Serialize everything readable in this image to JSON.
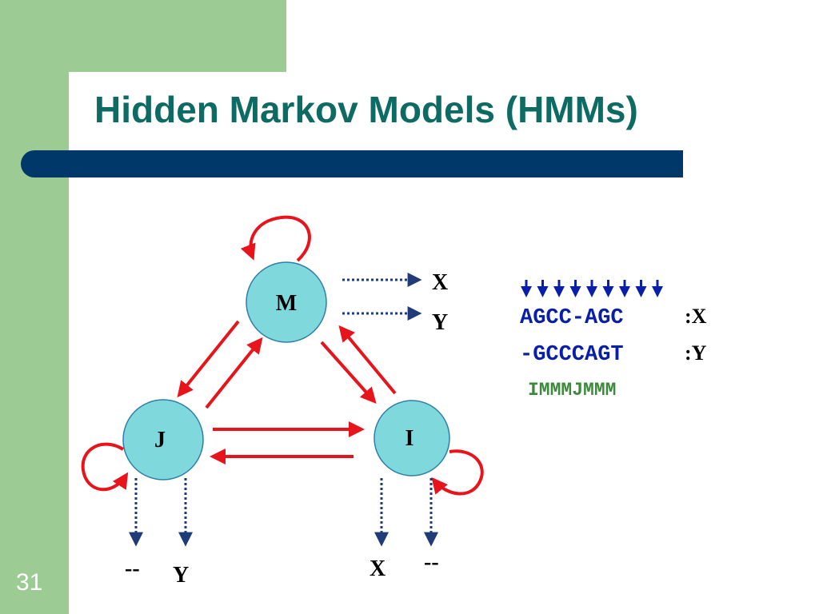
{
  "title": "Hidden Markov Models (HMMs)",
  "slide_number": "31",
  "states": {
    "m": "M",
    "j": "J",
    "i": "I"
  },
  "emissions": {
    "m_top": "X",
    "m_bottom": "Y",
    "j_left": "--",
    "j_right": "Y",
    "i_left": "X",
    "i_right": "--"
  },
  "alignment": {
    "seq_x": "AGCC-AGC",
    "label_x": ":X",
    "seq_y": "-GCCCAGT",
    "label_y": ":Y",
    "state_path": "IMMMJMMM",
    "arrow_count": 9
  },
  "colors": {
    "green_panel": "#9ccb94",
    "title": "#0e6b63",
    "bar": "#00386a",
    "state_fill": "#7fd9dc",
    "transition": "#e8141b",
    "emission": "#1f3b78",
    "sequence": "#0a1fa8",
    "state_path": "#3b8a3b"
  }
}
